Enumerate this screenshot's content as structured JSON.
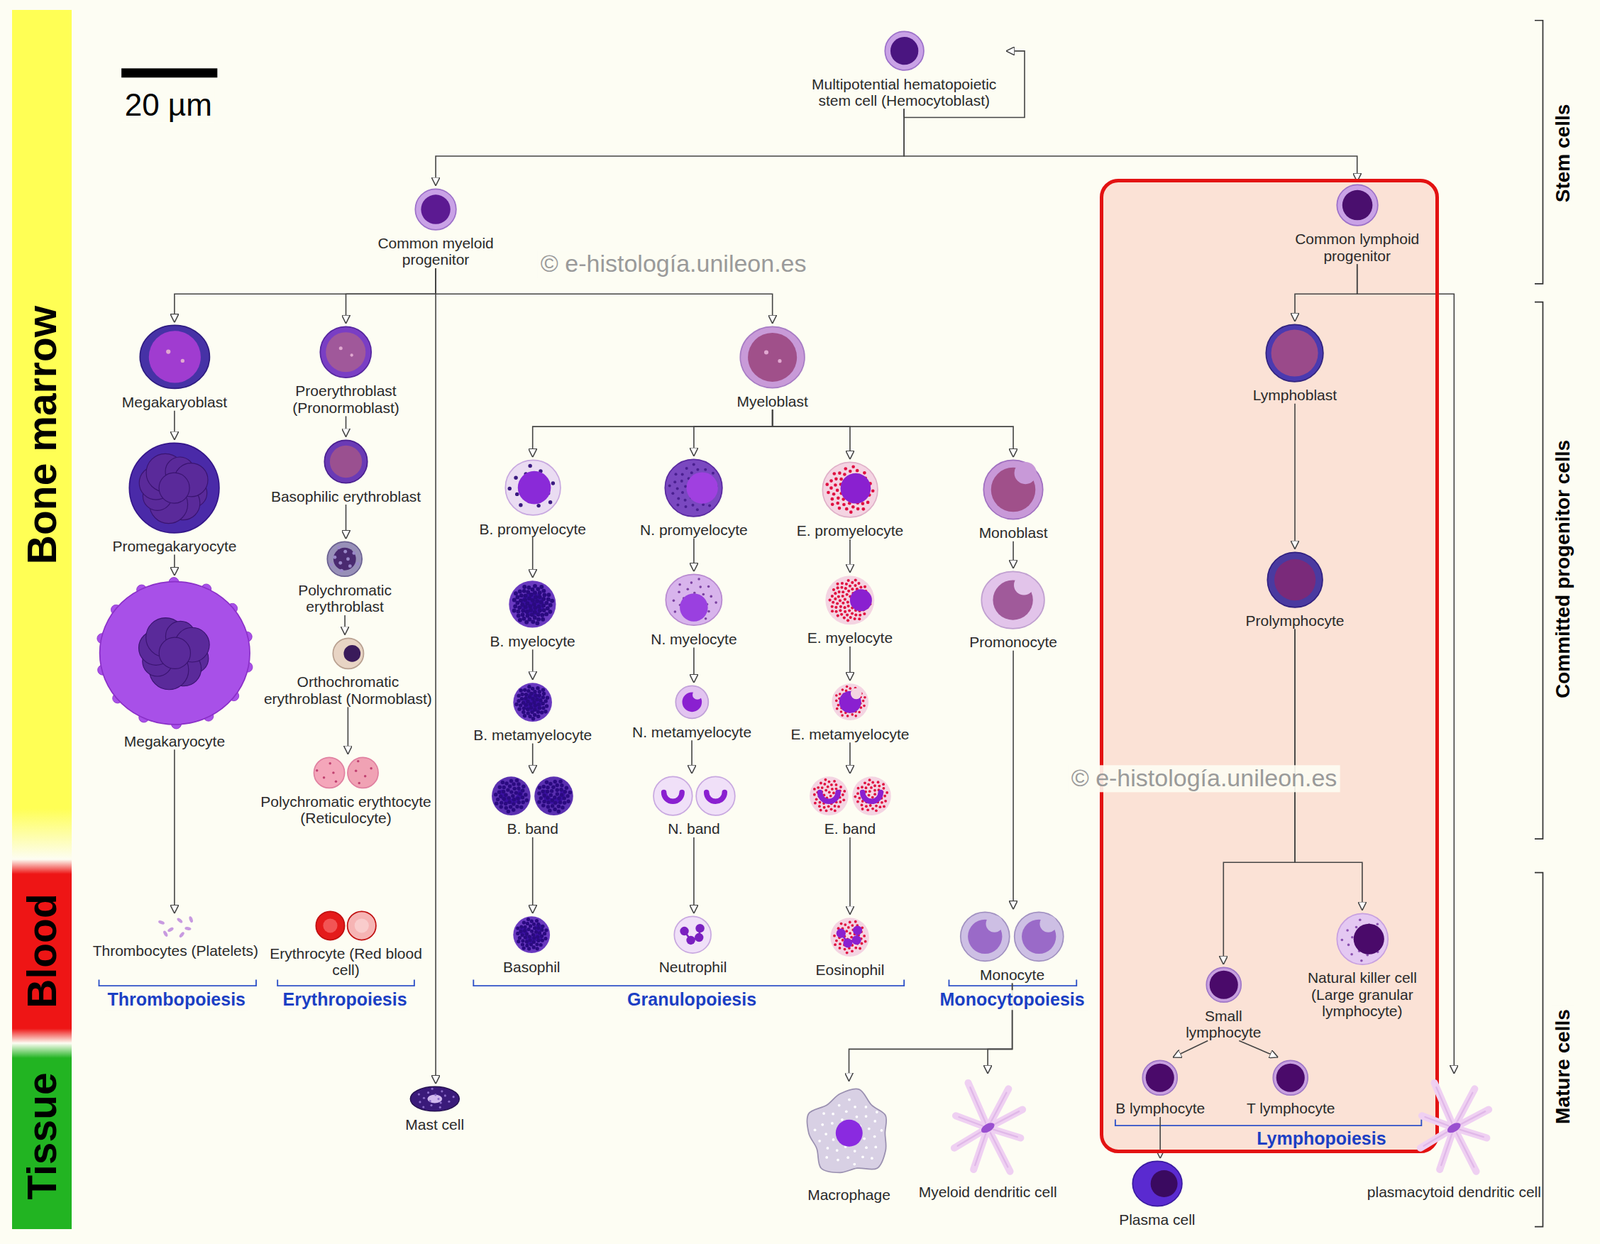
{
  "diagram": {
    "nodes": [
      {
        "text": [
          "Bone marrow"
        ]
      },
      {
        "text": [
          "Blood"
        ]
      },
      {
        "text": [
          "Tissue"
        ]
      },
      {
        "text": [
          "Multipotential hematopoietic stem cell (Hemocytoblast)"
        ]
      },
      {
        "text": [
          "Common myeloid progenitor"
        ]
      },
      {
        "text": [
          "Lymphopoiesis"
        ]
      },
      {
        "text": [
          "Common lymphoid progenitor"
        ],
        "in": 5
      },
      {
        "text": [
          "Megakaryoblast"
        ]
      },
      {
        "text": [
          "Proerythroblast (Pronormoblast)"
        ]
      },
      {
        "text": [
          "Myeloblast"
        ]
      },
      {
        "text": [
          "Lymphoblast"
        ],
        "in": 5
      },
      {
        "text": [
          "Promegakaryocyte"
        ]
      },
      {
        "text": [
          "Basophilic erythroblast"
        ]
      },
      {
        "text": [
          "B. promyelocyte"
        ]
      },
      {
        "text": [
          "N. promyelocyte"
        ]
      },
      {
        "text": [
          "E. promyelocyte"
        ]
      },
      {
        "text": [
          "Monoblast"
        ]
      },
      {
        "text": [
          "Polychromatic erythroblast"
        ]
      },
      {
        "text": [
          "B. myelocyte"
        ]
      },
      {
        "text": [
          "N. myelocyte"
        ]
      },
      {
        "text": [
          "E. myelocyte"
        ]
      },
      {
        "text": [
          "Promonocyte"
        ]
      },
      {
        "text": [
          "Prolymphocyte"
        ],
        "in": 5
      },
      {
        "text": [
          "Megakaryocyte"
        ]
      },
      {
        "text": [
          "Orthochromatic erythroblast (Normoblast)"
        ]
      },
      {
        "text": [
          "B. metamyelocyte"
        ]
      },
      {
        "text": [
          "N. metamyelocyte"
        ]
      },
      {
        "text": [
          "E. metamyelocyte"
        ]
      },
      {
        "text": [
          "Polychromatic erythtocyte (Reticulocyte)"
        ]
      },
      {
        "text": [
          "B. band"
        ]
      },
      {
        "text": [
          "N. band"
        ]
      },
      {
        "text": [
          "E. band"
        ]
      },
      {
        "text": [
          "Thrombocytes (Platelets)"
        ]
      },
      {
        "text": [
          "Erythrocyte (Red blood cell)"
        ]
      },
      {
        "text": [
          "Basophil"
        ]
      },
      {
        "text": [
          "Neutrophil"
        ]
      },
      {
        "text": [
          "Eosinophil"
        ]
      },
      {
        "text": [
          "Monocyte"
        ]
      },
      {
        "text": [
          "Natural killer cell (Large granular lymphocyte)"
        ],
        "in": 5
      },
      {
        "text": [
          "Small lymphocyte"
        ],
        "in": 5
      },
      {
        "text": [
          "B lymphocyte"
        ],
        "in": 5
      },
      {
        "text": [
          "T lymphocyte"
        ],
        "in": 5
      },
      {
        "text": [
          "Mast cell"
        ]
      },
      {
        "text": [
          "Macrophage"
        ]
      },
      {
        "text": [
          "Myeloid dendritic cell"
        ]
      },
      {
        "text": [
          "Plasma cell"
        ]
      },
      {
        "text": [
          "plasmacytoid dendritic cell"
        ]
      }
    ],
    "edges": [
      {
        "from": 3,
        "to": 3,
        "arrow": "to"
      },
      {
        "from": 3,
        "to": 4,
        "arrow": "to"
      },
      {
        "from": 3,
        "to": 6,
        "arrow": "to"
      },
      {
        "from": 4,
        "to": 7,
        "arrow": "to"
      },
      {
        "from": 4,
        "to": 8,
        "arrow": "to"
      },
      {
        "from": 4,
        "to": 9,
        "arrow": "to"
      },
      {
        "from": 4,
        "to": 42,
        "arrow": "to"
      },
      {
        "from": 6,
        "to": 10,
        "arrow": "to"
      },
      {
        "from": 6,
        "to": 46,
        "arrow": "to"
      },
      {
        "from": 7,
        "to": 11,
        "arrow": "to"
      },
      {
        "from": 11,
        "to": 23,
        "arrow": "to"
      },
      {
        "from": 23,
        "to": 32,
        "arrow": "to"
      },
      {
        "from": 8,
        "to": 12,
        "arrow": "to"
      },
      {
        "from": 12,
        "to": 17,
        "arrow": "to"
      },
      {
        "from": 17,
        "to": 24,
        "arrow": "to"
      },
      {
        "from": 24,
        "to": 28,
        "arrow": "to"
      },
      {
        "from": 9,
        "to": 13,
        "arrow": "to"
      },
      {
        "from": 9,
        "to": 14,
        "arrow": "to"
      },
      {
        "from": 9,
        "to": 15,
        "arrow": "to"
      },
      {
        "from": 9,
        "to": 16,
        "arrow": "to"
      },
      {
        "from": 13,
        "to": 18,
        "arrow": "to"
      },
      {
        "from": 18,
        "to": 25,
        "arrow": "to"
      },
      {
        "from": 25,
        "to": 29,
        "arrow": "to"
      },
      {
        "from": 29,
        "to": 34,
        "arrow": "to"
      },
      {
        "from": 14,
        "to": 19,
        "arrow": "to"
      },
      {
        "from": 19,
        "to": 26,
        "arrow": "to"
      },
      {
        "from": 26,
        "to": 30,
        "arrow": "to"
      },
      {
        "from": 30,
        "to": 35,
        "arrow": "to"
      },
      {
        "from": 15,
        "to": 20,
        "arrow": "to"
      },
      {
        "from": 20,
        "to": 27,
        "arrow": "to"
      },
      {
        "from": 27,
        "to": 31,
        "arrow": "to"
      },
      {
        "from": 31,
        "to": 36,
        "arrow": "to"
      },
      {
        "from": 16,
        "to": 21,
        "arrow": "to"
      },
      {
        "from": 21,
        "to": 37,
        "arrow": "to"
      },
      {
        "from": 37,
        "to": 43,
        "arrow": "to"
      },
      {
        "from": 37,
        "to": 44,
        "arrow": "to"
      },
      {
        "from": 10,
        "to": 22,
        "arrow": "to"
      },
      {
        "from": 22,
        "to": 39,
        "arrow": "to"
      },
      {
        "from": 22,
        "to": 38,
        "arrow": "to"
      },
      {
        "from": 39,
        "to": 40,
        "arrow": "to"
      },
      {
        "from": 39,
        "to": 41,
        "arrow": "to"
      },
      {
        "from": 40,
        "to": 45,
        "arrow": "to"
      }
    ],
    "labels": [
      "20 µm",
      "© e-histología.unileon.es",
      "© e-histología.unileon.es",
      "Stem cells",
      "Committed progenitor cells",
      "Mature cells",
      "Thrombopoiesis",
      "Erythropoiesis",
      "Granulopoiesis",
      "Monocytopoiesis"
    ]
  }
}
